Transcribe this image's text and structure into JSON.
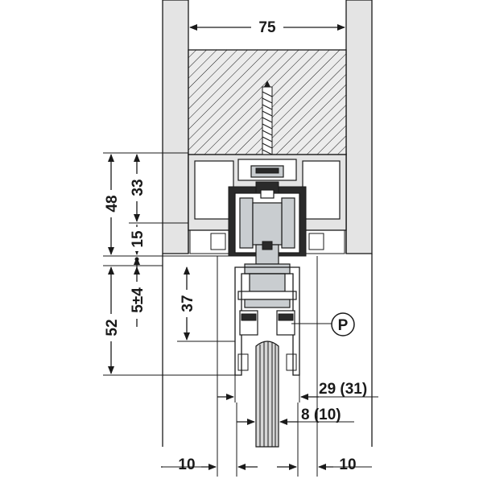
{
  "dimensions": {
    "top_width": "75",
    "height_48": "48",
    "height_33": "33",
    "height_15": "15",
    "height_52": "52",
    "gap_5": "5±4",
    "height_37": "37",
    "width_29": "29 (31)",
    "width_8": "8 (10)",
    "side_left": "10",
    "side_right": "10"
  },
  "callout": "P",
  "colors": {
    "line": "#1a1a1a",
    "wall_fill": "#e4e4e4",
    "metal_fill": "#c9cdd0",
    "panel_fill": "#d6d6d6"
  }
}
